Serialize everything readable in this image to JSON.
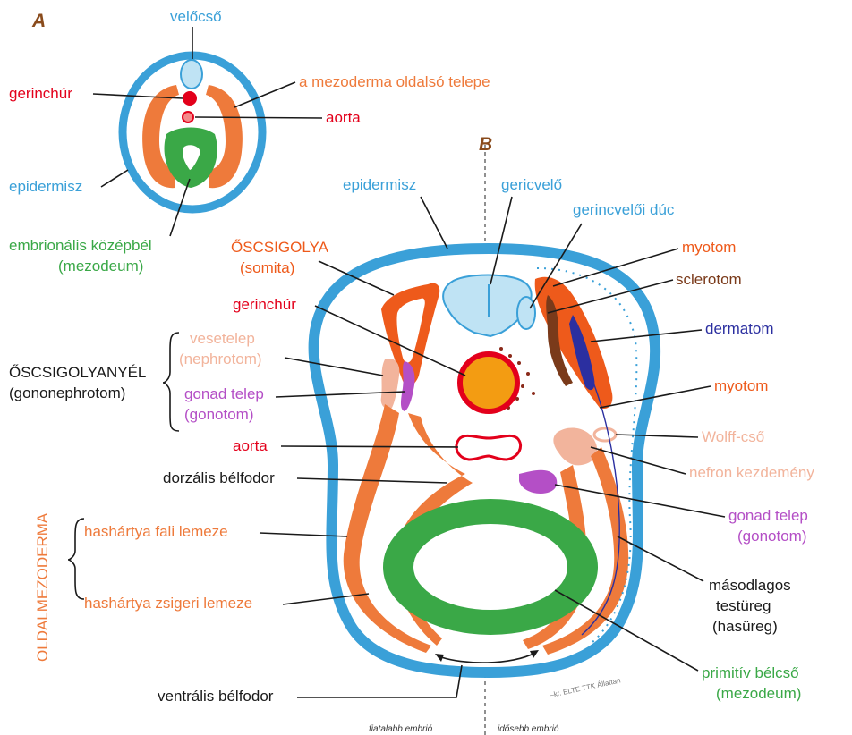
{
  "panel_a": {
    "letter": "A",
    "labels": {
      "velocso": "velőcső",
      "gerinchur": "gerinchúr",
      "mezoderma_oldalso": "a mezoderma oldalsó telepe",
      "aorta": "aorta",
      "epidermisz": "epidermisz",
      "embrionalis_1": "embrionális középbél",
      "embrionalis_2": "(mezodeum)"
    }
  },
  "panel_b": {
    "letter": "B",
    "labels": {
      "epidermisz": "epidermisz",
      "gericvelo": "gericvelő",
      "gerincveloi_duc": "gerincvelői dúc",
      "oscsigolya_1": "ŐSCSIGOLYA",
      "oscsigolya_2": "(somita)",
      "myotom_top": "myotom",
      "sclerotom": "sclerotom",
      "gerinchur": "gerinchúr",
      "dermatom": "dermatom",
      "vesetelep_1": "vesetelep",
      "vesetelep_2": "(nephrotom)",
      "oscsigolyanyel_1": "ŐSCSIGOLYANYÉL",
      "oscsigolyanyel_2": "(gononephrotom)",
      "gonad_left_1": "gonad telep",
      "gonad_left_2": "(gonotom)",
      "myotom_right": "myotom",
      "aorta": "aorta",
      "wolff": "Wolff-cső",
      "dorzalis": "dorzális bélfodor",
      "nefron": "nefron kezdemény",
      "oldalmezoderma": "OLDALMEZODERMA",
      "hashartya_fali": "hashártya fali lemeze",
      "gonad_right_1": "gonad telep",
      "gonad_right_2": "(gonotom)",
      "masodlagos_1": "másodlagos",
      "masodlagos_2": "testüreg",
      "masodlagos_3": "(hasüreg)",
      "hashartya_zsigeri": "hashártya zsigeri lemeze",
      "primitiv_1": "primitív bélcső",
      "primitiv_2": "(mezodeum)",
      "ventralis": "ventrális bélfodor",
      "credit": "–kr. ELTE TTK Állattan",
      "fiatalabb": "fiatalabb embrió",
      "idosebb": "idősebb embrió"
    }
  },
  "colors": {
    "epidermis_blue": "#3aa0d8",
    "notochord_red": "#e3001b",
    "mesoderm_orange": "#ee7a3b",
    "gut_green": "#3aa847",
    "gonad_purple": "#b44fc6",
    "nephrotome_pink": "#f2b49c",
    "sclerotome_brown": "#7a3a1a",
    "dermatome_navy": "#2b2fa0",
    "notochord_core": "#f39c12"
  }
}
